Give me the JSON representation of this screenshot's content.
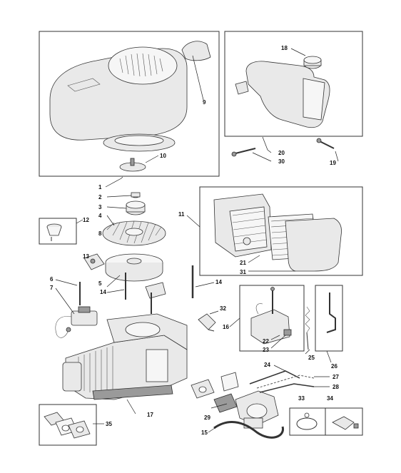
{
  "diagram": {
    "callouts": {
      "c1": "1",
      "c2": "2",
      "c3": "3",
      "c4": "4",
      "c5": "5",
      "c6": "6",
      "c7": "7",
      "c8": "8",
      "c9": "9",
      "c10": "10",
      "c11": "11",
      "c12": "12",
      "c13": "13",
      "c14a": "14",
      "c14b": "14",
      "c15": "15",
      "c16": "16",
      "c17": "17",
      "c18": "18",
      "c19": "19",
      "c20": "20",
      "c21": "21",
      "c22": "22",
      "c23": "23",
      "c24": "24",
      "c25": "25",
      "c26": "26",
      "c27": "27",
      "c28": "28",
      "c29": "29",
      "c30": "30",
      "c31": "31",
      "c32": "32",
      "c33": "33",
      "c34": "34",
      "c35": "35"
    }
  }
}
